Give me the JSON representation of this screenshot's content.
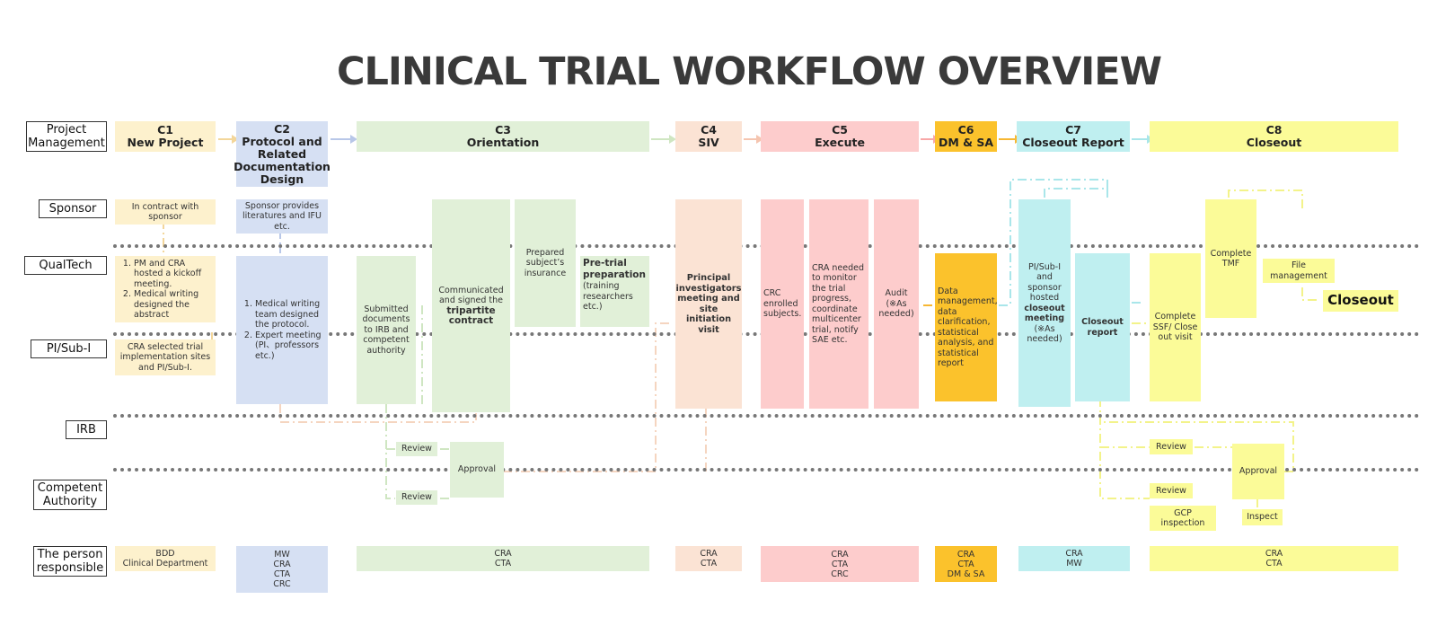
{
  "title": "CLINICAL TRIAL WORKFLOW OVERVIEW",
  "lanes": [
    "Project Management",
    "Sponsor",
    "QualTech",
    "PI/Sub-I",
    "IRB",
    "Competent Authority",
    "The person responsible"
  ],
  "phases": [
    {
      "code": "C1",
      "name": "New Project"
    },
    {
      "code": "C2",
      "name": "Protocol and Related Documentation Design"
    },
    {
      "code": "C3",
      "name": "Orientation"
    },
    {
      "code": "C4",
      "name": "SIV"
    },
    {
      "code": "C5",
      "name": "Execute"
    },
    {
      "code": "C6",
      "name": "DM & SA"
    },
    {
      "code": "C7",
      "name": "Closeout Report"
    },
    {
      "code": "C8",
      "name": "Closeout"
    }
  ],
  "tasks": {
    "c1_sponsor": "In contract with sponsor",
    "c1_qualtech_1": "PM and CRA hosted a kickoff meeting.",
    "c1_qualtech_2": "Medical writing designed the abstract",
    "c1_pi": "CRA selected trial implementation sites and PI/Sub-I.",
    "c2_sponsor": "Sponsor provides literatures and IFU etc.",
    "c2_main_1": "Medical writing team designed the protocol.",
    "c2_main_2": "Expert meeting (PI、professors etc.)",
    "c3_submitted": "Submitted documents to IRB and competent authority",
    "c3_contract_pre": "Communicated and signed the",
    "c3_contract_bold": "tripartite contract",
    "c3_insurance": "Prepared subject’s insurance",
    "c3_pretrial_bold": "Pre-trial preparation",
    "c3_pretrial_rest": "(training researchers etc.)",
    "c3_review_irb": "Review",
    "c3_review_ca": "Review",
    "c3_approval": "Approval",
    "c4_meeting": "Principal investigators meeting and site initiation visit",
    "c5_crc": "CRC enrolled subjects.",
    "c5_cra": "CRA needed to monitor the trial progress, coordinate multicenter trial, notify SAE etc.",
    "c5_audit": "Audit (※As needed)",
    "c6_dm": "Data management, data clarification, statistical analysis, and statistical report",
    "c7_meeting_pre": "PI/Sub-I and sponsor hosted",
    "c7_meeting_bold": "closeout meeting",
    "c7_meeting_post": "(※As needed)",
    "c7_report": "Closeout report",
    "c8_ssf": "Complete SSF/ Close out visit",
    "c8_tmf": "Complete TMF",
    "c8_file": "File management",
    "c8_closeout": "Closeout",
    "c8_review_irb": "Review",
    "c8_review_ca": "Review",
    "c8_approval": "Approval",
    "c8_gcp": "GCP inspection",
    "c8_inspect": "Inspect"
  },
  "responsible": [
    [
      "BDD",
      "Clinical Department"
    ],
    [
      "MW",
      "CRA",
      "CTA",
      "CRC"
    ],
    [
      "CRA",
      "CTA"
    ],
    [
      "CRA",
      "CTA"
    ],
    [
      "CRA",
      "CTA",
      "CRC"
    ],
    [
      "CRA",
      "CTA",
      "DM & SA"
    ],
    [
      "CRA",
      "MW"
    ],
    [
      "CRA",
      "CTA"
    ]
  ],
  "colors": {
    "c1": "#fdf1cd",
    "c2": "#d6e0f3",
    "c3": "#e1f0d8",
    "c4": "#fbe3d4",
    "c5": "#fdcccc",
    "c6": "#fbc22c",
    "c7": "#bfeff0",
    "c8": "#fbfb98"
  }
}
